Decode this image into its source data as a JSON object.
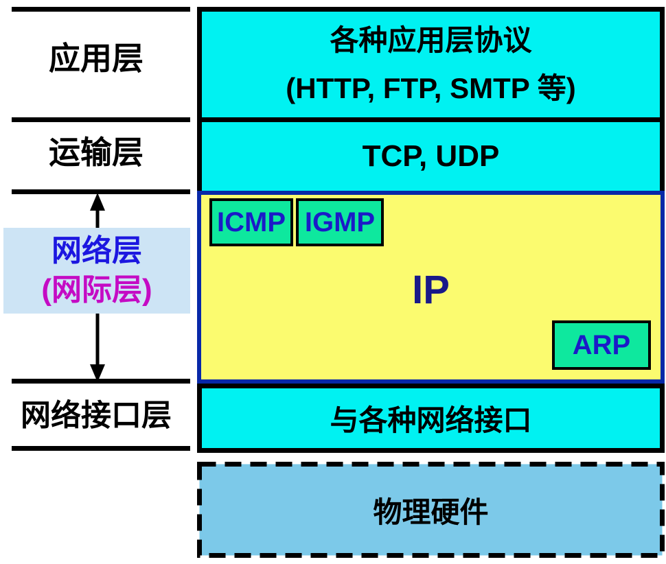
{
  "left_column": {
    "layers": [
      {
        "name": "application",
        "label": "应用层"
      },
      {
        "name": "transport",
        "label": "运输层"
      },
      {
        "name": "network",
        "label": "网络层",
        "sublabel": "(网际层)"
      },
      {
        "name": "network-interface",
        "label": "网络接口层"
      }
    ],
    "icons": [
      "up-arrow",
      "down-arrow"
    ]
  },
  "stack": {
    "application_box": {
      "line1": "各种应用层协议",
      "line2": "(HTTP, FTP, SMTP 等)"
    },
    "transport_box": {
      "label": "TCP, UDP"
    },
    "network_box": {
      "icmp": "ICMP",
      "igmp": "IGMP",
      "ip": "IP",
      "arp": "ARP"
    },
    "interface_box": {
      "label": "与各种网络接口"
    },
    "hardware_box": {
      "label": "物理硬件"
    }
  },
  "colors": {
    "cyan": "#00F2F2",
    "yellow": "#FBFB6F",
    "green": "#0EE89E",
    "sky_blue": "#7CC9E9",
    "pale_blue": "#CDE4F5",
    "navy_border": "#0828A8",
    "blue_text": "#1B1BC8",
    "ip_text": "#191989",
    "network_label_blue": "#1C17E0",
    "magenta_text": "#C40BC4",
    "line_black": "#000000"
  }
}
